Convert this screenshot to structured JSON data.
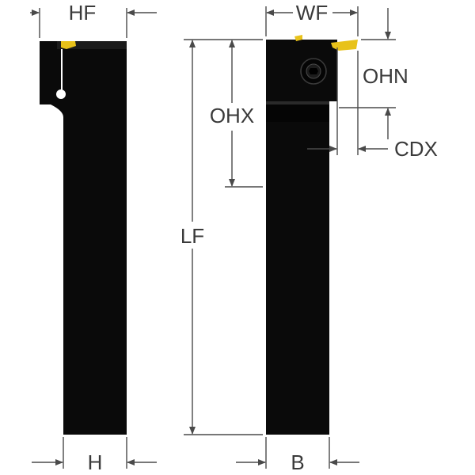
{
  "labels": {
    "hf": "HF",
    "wf": "WF",
    "ohn": "OHN",
    "ohx": "OHX",
    "cdx": "CDX",
    "lf": "LF",
    "h": "H",
    "b": "B"
  },
  "colors": {
    "tool_body": "#0a0a0a",
    "insert": "#e8c21a",
    "dimension": "#4a4a4a",
    "text": "#3a3a3a"
  },
  "icons": {
    "screw": "clamp-screw-icon"
  }
}
